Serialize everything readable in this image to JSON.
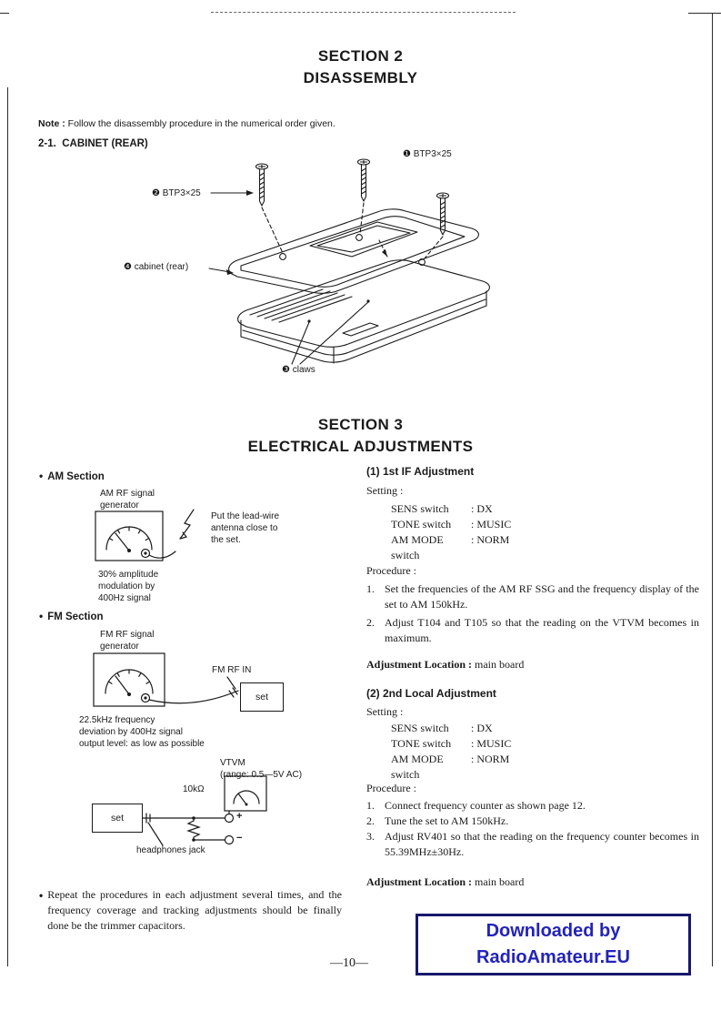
{
  "colors": {
    "ink": "#1a1a1a",
    "watermark_text": "#2323bb",
    "watermark_border": "#18186e"
  },
  "decor": {
    "bullet": "•"
  },
  "page": {
    "number": "—10—"
  },
  "watermark": {
    "line1": "Downloaded by",
    "line2": "RadioAmateur.EU"
  },
  "section2": {
    "title": "SECTION 2",
    "subtitle": "DISASSEMBLY",
    "note_label": "Note :",
    "note_text": "Follow the disassembly procedure in the numerical order given.",
    "heading": "2-1.  CABINET (REAR)",
    "labels": {
      "screw1": "❶ BTP3×25",
      "screw2": "❷ BTP3×25",
      "cabinet": "❹ cabinet (rear)",
      "claws": "❸ claws"
    }
  },
  "section3": {
    "title": "SECTION 3",
    "subtitle": "ELECTRICAL ADJUSTMENTS",
    "am": {
      "heading": "AM Section",
      "generator": "AM RF signal\ngenerator",
      "antenna_note": "Put the lead-wire\nantenna close to\nthe set.",
      "modulation_note": "30% amplitude\nmodulation by\n400Hz signal"
    },
    "fm": {
      "heading": "FM Section",
      "generator": "FM RF signal\ngenerator",
      "rf_in": "FM RF IN",
      "set": "set",
      "deviation_note": "22.5kHz frequency\ndeviation by 400Hz signal\noutput level: as low as possible"
    },
    "vtvm": {
      "label": "VTVM\n(range: 0.5—5V AC)",
      "resistor": "10kΩ",
      "set": "set",
      "plus": "+",
      "minus": "−",
      "jack": "headphones jack"
    },
    "repeat_note": "Repeat the procedures in each adjustment several times, and the frequency coverage and tracking adjustments should be finally done be the trimmer capacitors.",
    "adjustments": [
      {
        "heading": "(1) 1st IF Adjustment",
        "setting_label": "Setting :",
        "settings": [
          {
            "name": "SENS switch",
            "value": ": DX"
          },
          {
            "name": "TONE switch",
            "value": ": MUSIC"
          },
          {
            "name": "AM MODE switch",
            "value": ": NORM"
          }
        ],
        "procedure_label": "Procedure :",
        "steps": [
          {
            "n": "1.",
            "text": "Set the frequencies of the AM RF SSG and the frequency display of the set to AM 150kHz."
          },
          {
            "n": "2.",
            "text": "Adjust T104 and T105 so that the reading on the VTVM becomes in maximum."
          }
        ],
        "location_label": "Adjustment Location :",
        "location": "main board"
      },
      {
        "heading": "(2) 2nd Local Adjustment",
        "setting_label": "Setting :",
        "settings": [
          {
            "name": "SENS switch",
            "value": ": DX"
          },
          {
            "name": "TONE switch",
            "value": ": MUSIC"
          },
          {
            "name": "AM MODE switch",
            "value": ": NORM"
          }
        ],
        "procedure_label": "Procedure :",
        "steps": [
          {
            "n": "1.",
            "text": "Connect frequency counter as shown page 12."
          },
          {
            "n": "2.",
            "text": "Tune the set to AM 150kHz."
          },
          {
            "n": "3.",
            "text": "Adjust RV401 so that the reading on the frequency counter becomes in 55.39MHz±30Hz."
          }
        ],
        "location_label": "Adjustment Location :",
        "location": "main board"
      }
    ]
  }
}
